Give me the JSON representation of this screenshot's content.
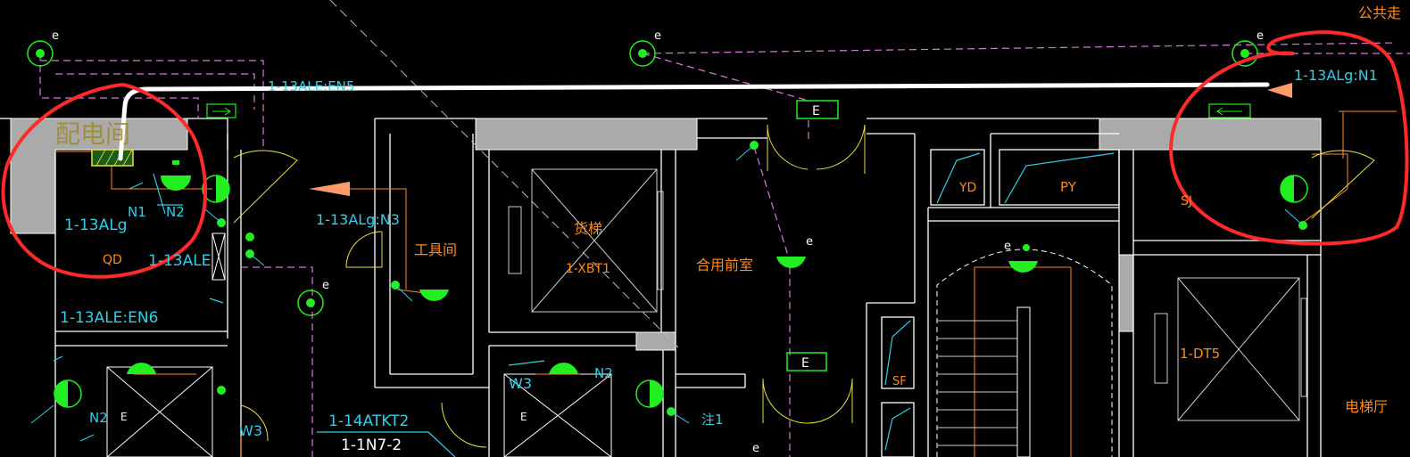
{
  "colors": {
    "background": "#000000",
    "wall": "#ffffff",
    "wall_fill": "#aaaaaa",
    "circuit_cyan": "#2fd0e8",
    "room_orange": "#ff8a1c",
    "dashed_magenta": "#d77ad7",
    "fixture_green": "#22ee22",
    "markup_red": "#ff2a2a",
    "markup_white": "#ffffff",
    "arrow_salmon": "#ff9b6b",
    "door_yellow": "#e8e23c"
  },
  "labels": {
    "top_right_room": "公共走",
    "circuit_en5": "1-13ALE:EN5",
    "circuit_n1_right": "1-13ALg:N1",
    "room_label_top_left": "配电间",
    "box_qd_panel": "1-13ALg",
    "n1": "N1",
    "n2": "N2",
    "qd": "QD",
    "ale_box": "1-13ALE",
    "circuit_en6": "1-13ALE:EN6",
    "circuit_n3": "1-13ALg:N3",
    "tool_room": "工具间",
    "cargo_lift": "货梯",
    "xbt1": "1-XBT1",
    "shared_lobby": "合用前室",
    "yd": "YD",
    "py": "PY",
    "sj": "SJ",
    "dt5": "1-DT5",
    "elevator_hall": "电梯厅",
    "sf": "SF",
    "exit_sign_1": "E",
    "exit_sign_2": "E",
    "w3_left": "W3",
    "w3_mid": "W3",
    "n2_mid": "N2",
    "n2_bottom_left": "N2",
    "e_mark_left": "E",
    "e_mark_mid": "E",
    "atkt2": "1-14ATKT2",
    "n7": "1-1N7-2",
    "fire_zone": "注1",
    "e_symbol": "e"
  }
}
